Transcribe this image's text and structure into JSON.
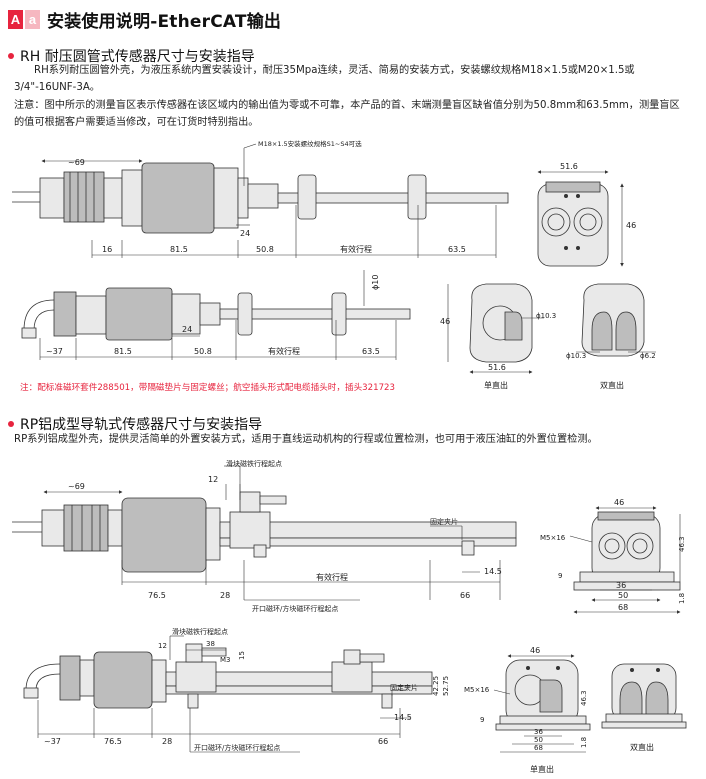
{
  "header": {
    "badge_a": "A",
    "badge_b": "a",
    "title": "安装使用说明-EtherCAT输出"
  },
  "rh": {
    "title": "RH 耐压圆管式传感器尺寸与安装指导",
    "intro_1": "RH系列耐压圆管外壳，为液压系统内置安装设计，耐压35Mpa连续，灵活、简易的安装方式，安装螺纹规格M18×1.5或M20×1.5或",
    "intro_2": "3/4\"-16UNF-3A。",
    "note_1": "注意：图中所示的测量盲区表示传感器在该区域内的输出值为零或不可靠，本产品的首、末端测量盲区缺省值分别为50.8mm和63.5mm，测量盲区",
    "note_2": "的值可根据客户需要适当修改，可在订货时特别指出。",
    "thread_label": "M18×1.5安装螺纹规格S1~S4可选",
    "d_69": "~69",
    "d_24": "24",
    "d_16": "16",
    "d_81_5": "81.5",
    "d_50_8": "50.8",
    "d_stroke": "有效行程",
    "d_63_5": "63.5",
    "d_51_6": "51.6",
    "d_46": "46",
    "d_37": "~37",
    "d_phi10": "ϕ10",
    "d_phi10_3": "ϕ10.3",
    "d_phi6_2": "ϕ6.2",
    "label_single": "单直出",
    "label_double": "双直出",
    "footnote": "注：配标准磁环套件288501，带隔磁垫片与固定螺丝；航空插头形式配电缆插头时，插头321723"
  },
  "rp": {
    "title": "RP铝成型导轨式传感器尺寸与安装指导",
    "intro": "RP系列铝成型外壳，提供灵活简单的外置安装方式，适用于直线运动机构的行程或位置检测，也可用于液压油缸的外置位置检测。",
    "slider_start": "滑块磁铁行程起点",
    "clamp": "固定夹片",
    "ring_start": "开口磁环/方块磁环行程起点",
    "d_69": "~69",
    "d_12": "12",
    "d_14_5": "14.5",
    "d_76_5": "76.5",
    "d_28": "28",
    "d_stroke": "有效行程",
    "d_66": "66",
    "d_46": "46",
    "d_m5": "M5×16",
    "d_9": "9",
    "d_46_3": "46.3",
    "d_36": "36",
    "d_50": "50",
    "d_68": "68",
    "d_1_8": "1.8",
    "d_38": "38",
    "d_15": "15",
    "d_m3": "M3",
    "d_42_25": "42.25",
    "d_52_75": "52.75",
    "d_37": "~37",
    "label_single": "单直出",
    "label_double": "双直出"
  }
}
